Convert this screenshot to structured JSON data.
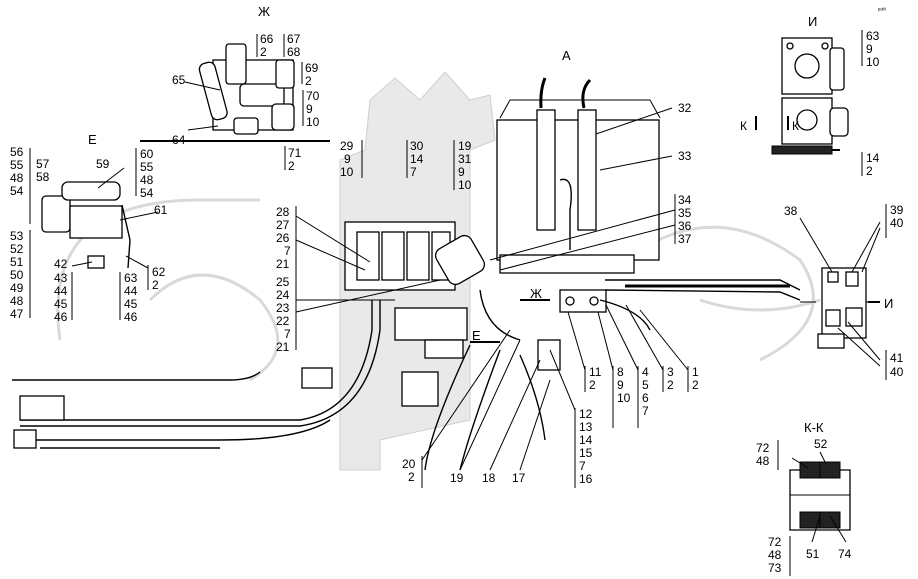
{
  "view_labels": {
    "zh": "Ж",
    "i": "И",
    "a": "А",
    "e": "Е",
    "kk": "К-К",
    "k_left": "К",
    "k_right": "К",
    "arrow_zh": "Ж",
    "arrow_e": "Е",
    "arrow_i": "И"
  },
  "callouts": {
    "c65": "65",
    "c64": "64",
    "c66": "66",
    "c66b": "2",
    "c67": "67",
    "c68": "68",
    "c69": "69",
    "c69b": "2",
    "c70": "70",
    "c70b": "9",
    "c70c": "10",
    "c71": "71",
    "c71b": "2",
    "c63": "63",
    "c63b": "9",
    "c63c": "10",
    "c14": "14",
    "c14b": "2",
    "c32": "32",
    "c33": "33",
    "c56": "56",
    "c55": "55",
    "c48a": "48",
    "c54a": "54",
    "c57": "57",
    "c58": "58",
    "c59": "59",
    "c60": "60",
    "c55b": "55",
    "c48b": "48",
    "c54b": "54",
    "c61": "61",
    "c53": "53",
    "c52": "52",
    "c51": "51",
    "c50": "50",
    "c49": "49",
    "c48c": "48",
    "c47": "47",
    "c42": "42",
    "c43": "43",
    "c44": "44",
    "c45": "45",
    "c46": "46",
    "c63d": "63",
    "c44b": "44",
    "c45b": "45",
    "c46b": "46",
    "c62": "62",
    "c62b": "2",
    "c29": "29",
    "c29b": "9",
    "c29c": "10",
    "c30": "30",
    "c30b": "14",
    "c30c": "7",
    "c19": "19",
    "c31": "31",
    "c19b": "9",
    "c19c": "10",
    "c28": "28",
    "c27": "27",
    "c26": "26",
    "c7a": "7",
    "c21a": "21",
    "c25": "25",
    "c24": "24",
    "c23": "23",
    "c22": "22",
    "c7b": "7",
    "c21b": "21",
    "c34": "34",
    "c35": "35",
    "c36": "36",
    "c37": "37",
    "c38": "38",
    "c39": "39",
    "c40a": "40",
    "c41": "41",
    "c40b": "40",
    "c11": "11",
    "c11b": "2",
    "c8": "8",
    "c9": "9",
    "c10": "10",
    "c4": "4",
    "c5": "5",
    "c6": "6",
    "c7c": "7",
    "c3": "3",
    "c3b": "2",
    "c1": "1",
    "c1b": "2",
    "c12": "12",
    "c13": "13",
    "c14c": "14",
    "c15": "15",
    "c7d": "7",
    "c16": "16",
    "c20": "20",
    "c20b": "2",
    "c19d": "19",
    "c18": "18",
    "c17": "17",
    "c72a": "72",
    "c48d": "48",
    "c52b": "52",
    "c72b": "72",
    "c48e": "48",
    "c73": "73",
    "c51b": "51",
    "c74": "74"
  },
  "corner_mark": "ᵖᵒᴹ"
}
